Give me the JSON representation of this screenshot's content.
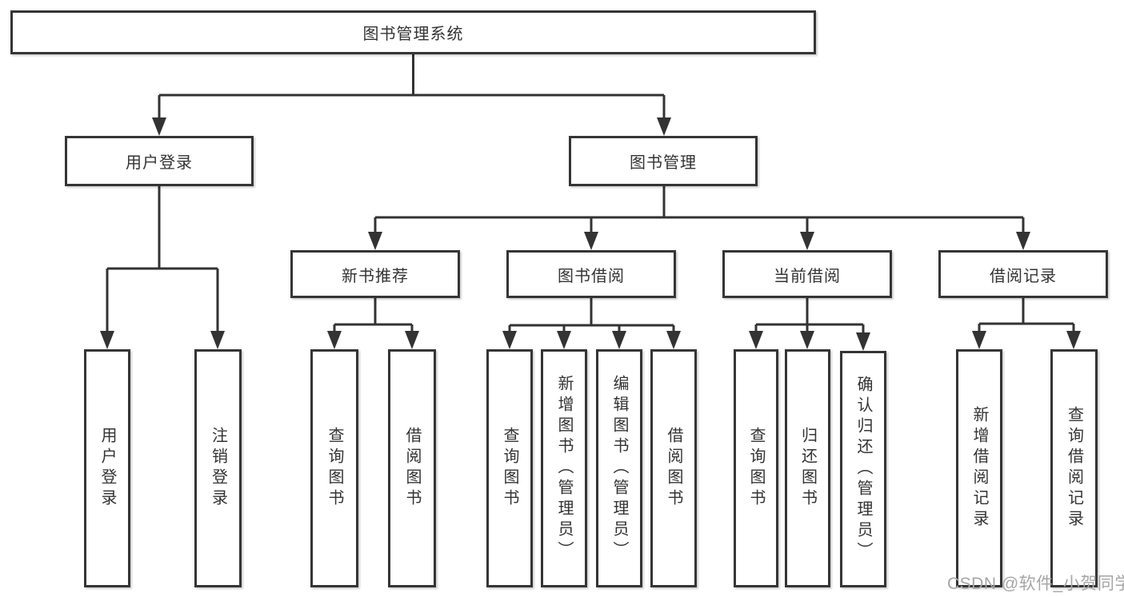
{
  "diagram_title": "图书管理系统",
  "nodes": {
    "root": "图书管理系统",
    "user_login_group": {
      "label": "用户登录",
      "children": [
        "用户登录",
        "注销登录"
      ]
    },
    "book_mgmt_group": {
      "label": "图书管理"
    },
    "new_book_group": {
      "label": "新书推荐",
      "children": [
        "查询图书",
        "借阅图书"
      ]
    },
    "borrow_group": {
      "label": "图书借阅",
      "children": [
        "查询图书",
        "新增图书（管理员）",
        "编辑图书（管理员）",
        "借阅图书"
      ]
    },
    "current_group": {
      "label": "当前借阅",
      "children": [
        "查询图书",
        "归还图书",
        "确认归还（管理员）"
      ]
    },
    "record_group": {
      "label": "借阅记录",
      "children": [
        "新增借阅记录",
        "查询借阅记录"
      ]
    }
  },
  "watermark": {
    "text": "CSDN @软件_小贺同学",
    "color": "#a6a6a6"
  },
  "colors": {
    "background": "#ffffff",
    "line": "#333333",
    "box_border": "#353535",
    "box_fill": "#ffffff",
    "text": "#333333"
  }
}
